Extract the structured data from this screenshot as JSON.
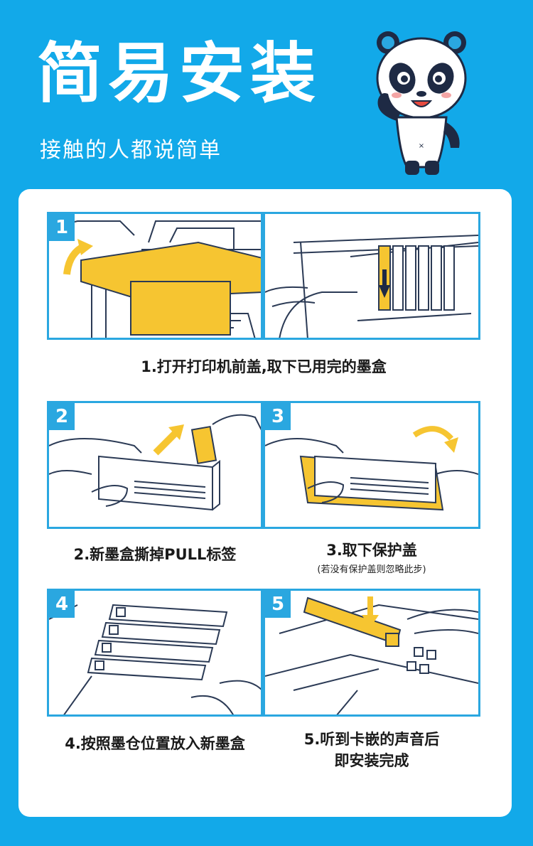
{
  "header": {
    "title": "简易安装",
    "subtitle": "接触的人都说简单"
  },
  "colors": {
    "background": "#12a9e9",
    "panel_border": "#2aa7e0",
    "highlight": "#f6c531",
    "line": "#2b3a55"
  },
  "steps": [
    {
      "number": "1",
      "caption": "1.打开打印机前盖,取下已用完的墨盒"
    },
    {
      "number": "2",
      "caption": "2.新墨盒撕掉PULL标签"
    },
    {
      "number": "3",
      "caption": "3.取下保护盖",
      "note": "(若没有保护盖则忽略此步)"
    },
    {
      "number": "4",
      "caption": "4.按照墨仓位置放入新墨盒"
    },
    {
      "number": "5",
      "caption_line1": "5.听到卡嵌的声音后",
      "caption_line2": "即安装完成"
    }
  ]
}
